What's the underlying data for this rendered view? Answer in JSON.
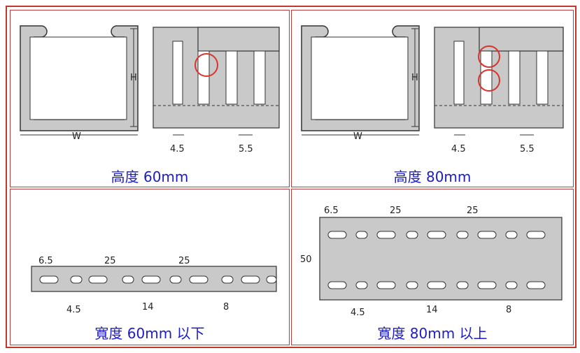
{
  "panels": [
    {
      "caption": "高度 60mm",
      "labels": {
        "h": "H",
        "w": "W",
        "d1": "4.5",
        "d2": "5.5"
      }
    },
    {
      "caption": "高度 80mm",
      "labels": {
        "h": "H",
        "w": "W",
        "d1": "4.5",
        "d2": "5.5"
      }
    },
    {
      "caption": "寬度 60mm 以下",
      "labels": {
        "a": "6.5",
        "b": "25",
        "c": "25",
        "d": "4.5",
        "e": "14",
        "f": "8"
      }
    },
    {
      "caption": "寬度 80mm 以上",
      "labels": {
        "a": "6.5",
        "b": "25",
        "c": "25",
        "g": "50",
        "d": "4.5",
        "e": "14",
        "f": "8"
      }
    }
  ],
  "colors": {
    "border": "#c0392b",
    "caption": "#1c1cc8",
    "part_fill": "#c9c9c9",
    "highlight": "#d9342b"
  }
}
